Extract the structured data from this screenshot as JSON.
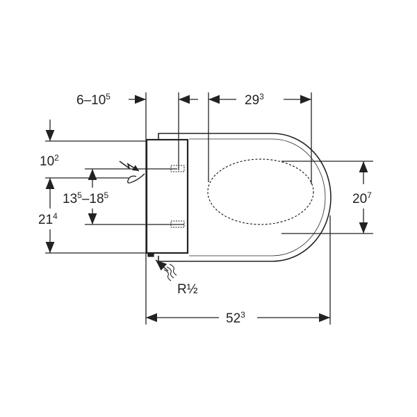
{
  "dimensions": {
    "wall_offset": {
      "base": "6–10",
      "sup": "5"
    },
    "seat_depth": {
      "base": "29",
      "sup": "3"
    },
    "top_height": {
      "base": "10",
      "sup": "2"
    },
    "connection_range": {
      "base1": "13",
      "sup1": "5",
      "sep": "–18",
      "sup2": "5"
    },
    "lower_height": {
      "base": "21",
      "sup": "4"
    },
    "bowl_width": {
      "base": "20",
      "sup": "7"
    },
    "total_depth": {
      "base": "52",
      "sup": "3"
    },
    "water_connection": "R½"
  },
  "colors": {
    "line": "#222222",
    "background": "#ffffff"
  }
}
